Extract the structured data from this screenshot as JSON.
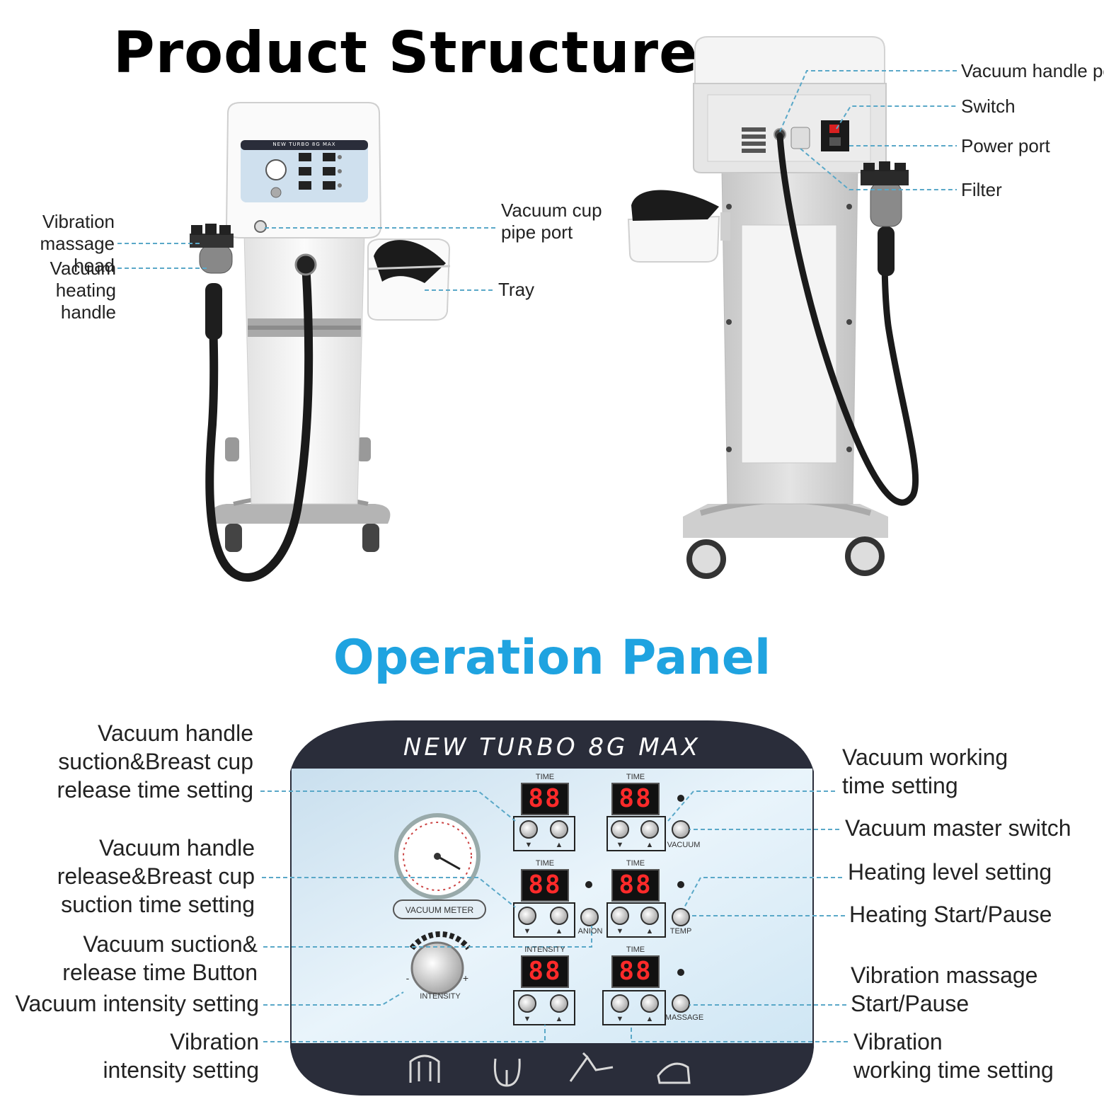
{
  "headings": {
    "product_structure": "Product Structure",
    "operation_panel": "Operation Panel"
  },
  "machine_front_labels": {
    "vibration_massage_head": "Vibration\nmassage head",
    "vacuum_heating_handle": "Vacuum\nheating handle",
    "vacuum_cup_pipe_port": "Vacuum cup\npipe port",
    "tray": "Tray"
  },
  "machine_back_labels": {
    "vacuum_handle_port": "Vacuum handle port",
    "switch": "Switch",
    "power_port": "Power port",
    "filter": "Filter"
  },
  "panel": {
    "brand": "NEW TURBO 8G MAX",
    "mini_brand": "NEW TURBO 8G MAX",
    "display_value": "88",
    "time_label": "TIME",
    "intensity_label": "INTENSITY",
    "vacuum_label": "VACUUM",
    "anion_label": "ANION",
    "temp_label": "TEMP",
    "massage_label": "MASSAGE",
    "vacuum_meter_label": "VACUUM METER",
    "knob_label": "INTENSITY",
    "down_arrow": "▼",
    "up_arrow": "▲",
    "minus": "-",
    "plus": "+"
  },
  "panel_labels_left": {
    "suction_breast_release": "Vacuum handle\nsuction&Breast cup\nrelease time setting",
    "release_breast_suction": "Vacuum handle\nrelease&Breast cup\nsuction time setting",
    "suction_release_button": "Vacuum suction&\nrelease time Button",
    "vacuum_intensity": "Vacuum intensity setting",
    "vibration_intensity": "Vibration\nintensity setting"
  },
  "panel_labels_right": {
    "vacuum_working_time": "Vacuum working\ntime setting",
    "vacuum_master_switch": "Vacuum master switch",
    "heating_level": "Heating level setting",
    "heating_start_pause": "Heating Start/Pause",
    "vibration_massage_start_pause": "Vibration massage\nStart/Pause",
    "vibration_working_time": "Vibration\nworking time setting"
  },
  "colors": {
    "title_blue": "#1fa3e0",
    "leader_line": "#5aa8c8",
    "panel_dark": "#2a2d3a",
    "panel_light": "#d8ecf7",
    "display_red": "#ff2a2a",
    "machine_white": "#f2f2f2",
    "machine_gray": "#a8a8a8"
  }
}
